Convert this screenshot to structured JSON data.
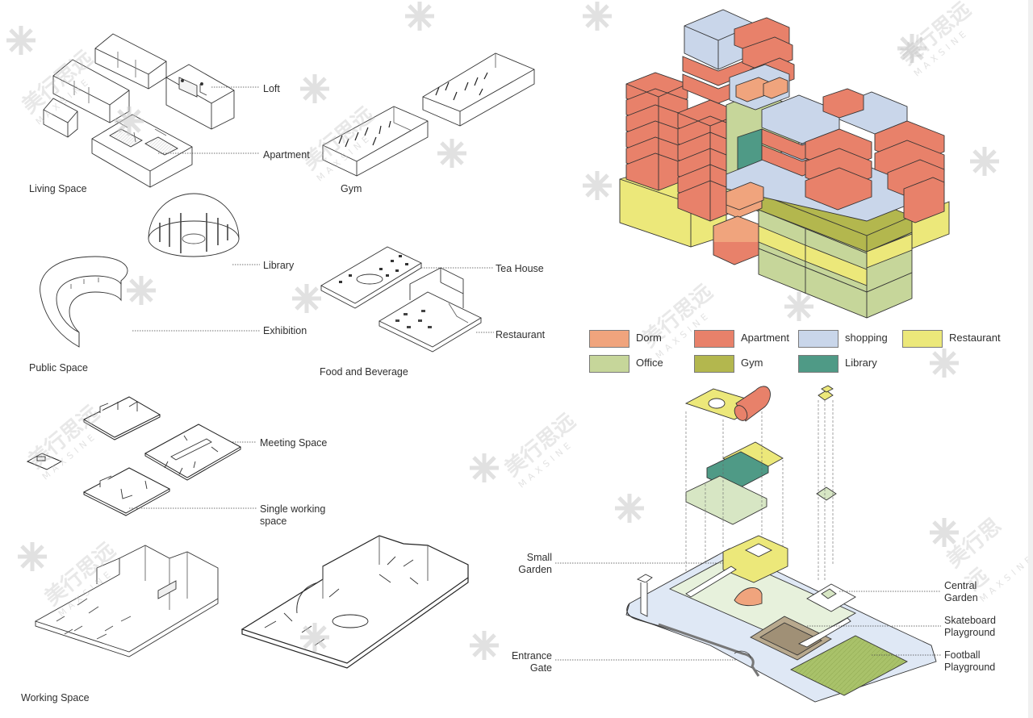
{
  "sections": {
    "living_space": "Living Space",
    "gym": "Gym",
    "public_space": "Public Space",
    "food_beverage": "Food and Beverage",
    "working_space": "Working Space"
  },
  "callouts": {
    "loft": "Loft",
    "apartment": "Apartment",
    "library": "Library",
    "exhibition": "Exhibition",
    "tea_house": "Tea House",
    "restaurant": "Restaurant",
    "meeting_space": "Meeting Space",
    "single_working_1": "Single working",
    "single_working_2": "space",
    "small_garden_1": "Small",
    "small_garden_2": "Garden",
    "entrance_gate_1": "Entrance",
    "entrance_gate_2": "Gate",
    "central_garden_1": "Central",
    "central_garden_2": "Garden",
    "skateboard_1": "Skateboard",
    "skateboard_2": "Playground",
    "football_1": "Football",
    "football_2": "Playground"
  },
  "legend": [
    {
      "label": "Dorm",
      "color": "#f0a47d"
    },
    {
      "label": "Apartment",
      "color": "#e8816a"
    },
    {
      "label": "shopping",
      "color": "#c9d6ea"
    },
    {
      "label": "Restaurant",
      "color": "#ece87a"
    },
    {
      "label": "Office",
      "color": "#c6d69a"
    },
    {
      "label": "Gym",
      "color": "#b3b74e"
    },
    {
      "label": "Library",
      "color": "#4f9a86"
    }
  ],
  "watermark": {
    "cn": "美行思远",
    "en": "MAXSINE"
  }
}
